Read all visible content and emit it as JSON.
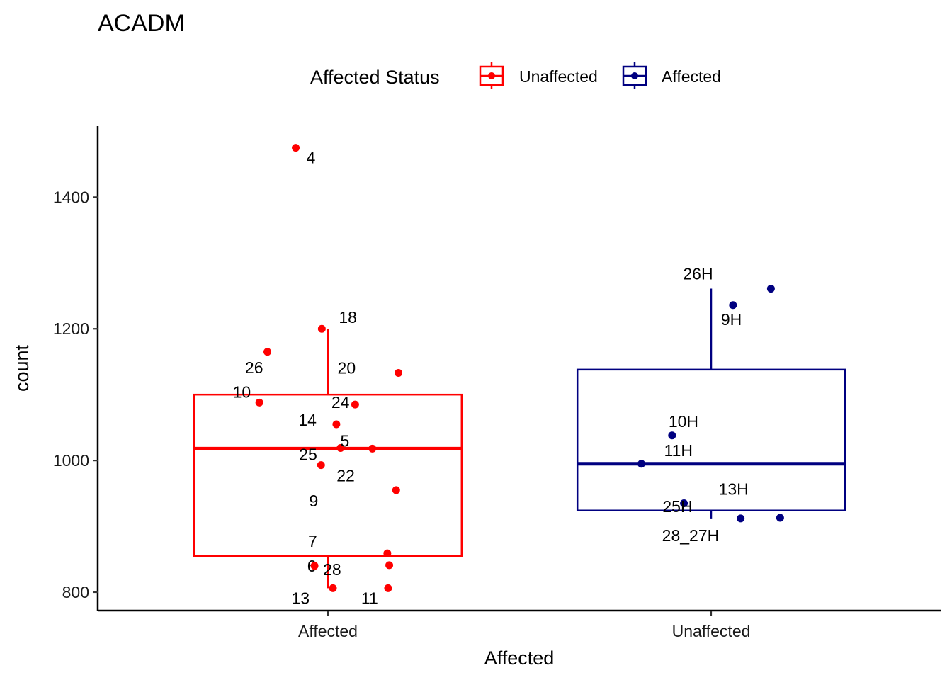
{
  "chart_data": {
    "type": "box",
    "title": "ACADM",
    "xlabel": "Affected",
    "ylabel": "count",
    "categories": [
      "Affected",
      "Unaffected"
    ],
    "ylim": [
      772,
      1508
    ],
    "yticks": [
      800,
      1000,
      1200,
      1400
    ],
    "legend": {
      "title": "Affected Status",
      "position": "top",
      "entries": [
        {
          "label": "Unaffected",
          "color": "#ff0000"
        },
        {
          "label": "Affected",
          "color": "#000080"
        }
      ]
    },
    "boxes": [
      {
        "category": "Affected",
        "color": "#ff0000",
        "min": 806,
        "q1": 855,
        "median": 1018,
        "q3": 1100,
        "max": 1200
      },
      {
        "category": "Unaffected",
        "color": "#000080",
        "min": 912,
        "q1": 924,
        "median": 995,
        "q3": 1138,
        "max": 1261
      }
    ],
    "series": [
      {
        "category": "Affected",
        "color": "#ff0000",
        "points": [
          {
            "label": "4",
            "y": 1475,
            "jitter": -0.084
          },
          {
            "label": "18",
            "y": 1200,
            "jitter": -0.016
          },
          {
            "label": "26",
            "y": 1165,
            "jitter": -0.158
          },
          {
            "label": "20",
            "y": 1133,
            "jitter": 0.184
          },
          {
            "label": "10",
            "y": 1088,
            "jitter": -0.179
          },
          {
            "label": "24",
            "y": 1085,
            "jitter": 0.071
          },
          {
            "label": "14",
            "y": 1055,
            "jitter": 0.022
          },
          {
            "label": "5",
            "y": 1019,
            "jitter": 0.033
          },
          {
            "label": "25",
            "y": 1018,
            "jitter": 0.116
          },
          {
            "label": "22",
            "y": 993,
            "jitter": -0.018
          },
          {
            "label": "9",
            "y": 955,
            "jitter": 0.178
          },
          {
            "label": "7",
            "y": 859,
            "jitter": 0.155
          },
          {
            "label": "6",
            "y": 841,
            "jitter": 0.16
          },
          {
            "label": "28",
            "y": 840,
            "jitter": -0.035
          },
          {
            "label": "13",
            "y": 806,
            "jitter": 0.013
          },
          {
            "label": "11",
            "y": 806,
            "jitter": 0.157
          }
        ]
      },
      {
        "category": "Unaffected",
        "color": "#000080",
        "points": [
          {
            "label": "26H",
            "y": 1261,
            "jitter": 0.156
          },
          {
            "label": "9H",
            "y": 1236,
            "jitter": 0.057
          },
          {
            "label": "10H",
            "y": 1038,
            "jitter": -0.102
          },
          {
            "label": "11H",
            "y": 995,
            "jitter": -0.182
          },
          {
            "label": "13H",
            "y": 935,
            "jitter": -0.071
          },
          {
            "label": "25H",
            "y": 913,
            "jitter": 0.18
          },
          {
            "label": "28_27H",
            "y": 912,
            "jitter": 0.077
          }
        ]
      }
    ]
  }
}
